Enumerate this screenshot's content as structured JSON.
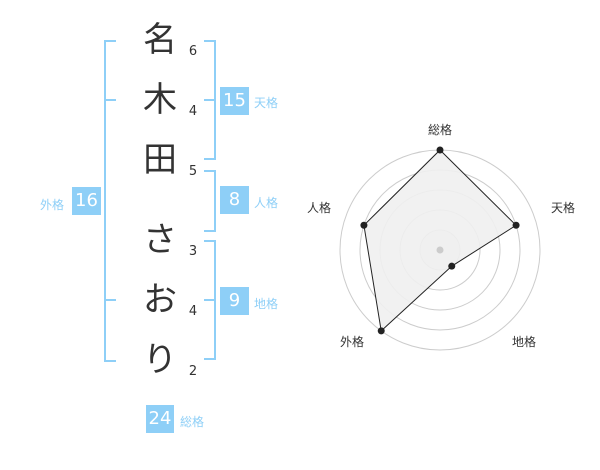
{
  "name": {
    "surname": [
      {
        "char": "名",
        "strokes": "6"
      },
      {
        "char": "木",
        "strokes": "4"
      },
      {
        "char": "田",
        "strokes": "5"
      }
    ],
    "given": [
      {
        "char": "さ",
        "strokes": "3"
      },
      {
        "char": "お",
        "strokes": "4"
      },
      {
        "char": "り",
        "strokes": "2"
      }
    ]
  },
  "kaku": {
    "tenkaku": {
      "value": "15",
      "label": "天格"
    },
    "jinkaku": {
      "value": "8",
      "label": "人格"
    },
    "chikaku": {
      "value": "9",
      "label": "地格"
    },
    "gaikaku": {
      "value": "16",
      "label": "外格"
    },
    "soukaku": {
      "value": "24",
      "label": "総格"
    }
  },
  "colors": {
    "accent": "#8ecff7",
    "text": "#333333",
    "grid": "#cccccc",
    "fill": "#efefef"
  },
  "chart_data": {
    "type": "radar",
    "title": "",
    "axes": [
      "総格",
      "天格",
      "地格",
      "外格",
      "人格"
    ],
    "values": [
      5,
      4,
      1,
      5,
      4
    ],
    "range": [
      0,
      5
    ],
    "rings": 5,
    "grid": true,
    "legend": null
  }
}
